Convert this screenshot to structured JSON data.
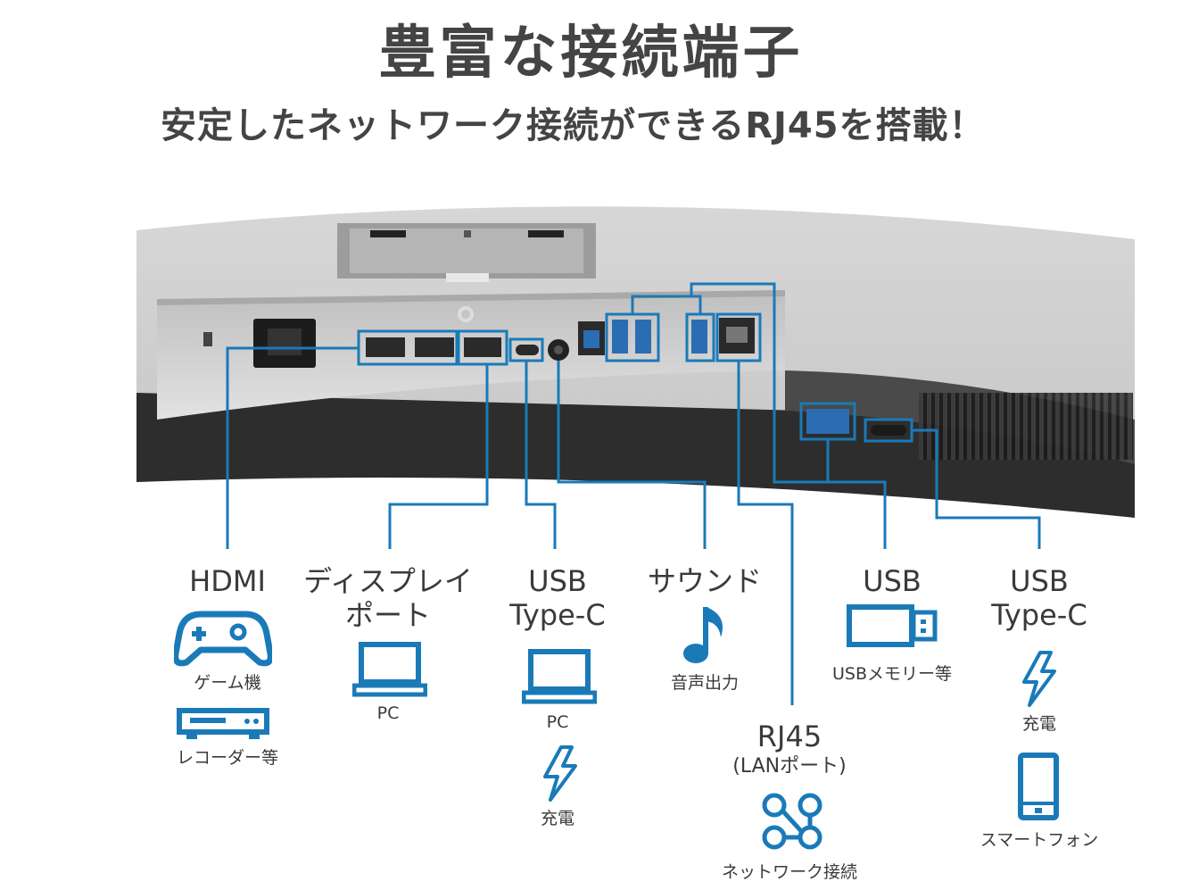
{
  "headline": "豊富な接続端子",
  "subheadline": "安定したネットワーク接続ができるRJ45を搭載！",
  "accent_color": "#1a7ab8",
  "ports": [
    {
      "label": "HDMI",
      "uses": [
        {
          "icon": "gamepad-icon",
          "caption": "ゲーム機"
        },
        {
          "icon": "recorder-icon",
          "caption": "レコーダー等"
        }
      ]
    },
    {
      "label": "ディスプレイ\nポート",
      "uses": [
        {
          "icon": "laptop-icon",
          "caption": "PC"
        }
      ]
    },
    {
      "label": "USB\nType-C",
      "uses": [
        {
          "icon": "laptop-icon",
          "caption": "PC"
        },
        {
          "icon": "lightning-icon",
          "caption": "充電"
        }
      ]
    },
    {
      "label": "サウンド",
      "uses": [
        {
          "icon": "music-note-icon",
          "caption": "音声出力"
        }
      ]
    },
    {
      "label": "RJ45",
      "sublabel": "(LANポート)",
      "uses": [
        {
          "icon": "network-icon",
          "caption": "ネットワーク接続"
        }
      ]
    },
    {
      "label": "USB",
      "uses": [
        {
          "icon": "usb-stick-icon",
          "caption": "USBメモリー等"
        }
      ]
    },
    {
      "label": "USB\nType-C",
      "uses": [
        {
          "icon": "lightning-icon",
          "caption": "充電"
        },
        {
          "icon": "smartphone-icon",
          "caption": "スマートフォン"
        }
      ]
    }
  ]
}
